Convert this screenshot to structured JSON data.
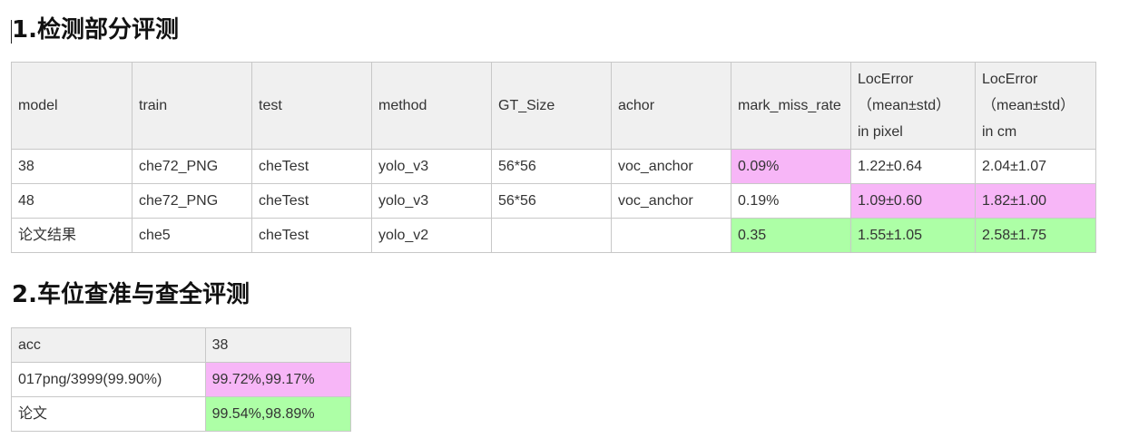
{
  "section1": {
    "title": "1.检测部分评测",
    "headers": [
      "model",
      "train",
      "test",
      "method",
      "GT_Size",
      "achor",
      "mark_miss_rate",
      "LocError\n（mean±std）\nin pixel",
      "LocError\n（mean±std）\nin cm"
    ],
    "rows": [
      [
        "38",
        "che72_PNG",
        "cheTest",
        "yolo_v3",
        "56*56",
        "voc_anchor",
        "0.09%",
        "1.22±0.64",
        "2.04±1.07"
      ],
      [
        "48",
        "che72_PNG",
        "cheTest",
        "yolo_v3",
        "56*56",
        "voc_anchor",
        "0.19%",
        "1.09±0.60",
        "1.82±1.00"
      ],
      [
        "论文结果",
        "che5",
        "cheTest",
        "yolo_v2",
        "",
        "",
        "0.35",
        "1.55±1.05",
        "2.58±1.75"
      ]
    ]
  },
  "section2": {
    "title": "2.车位查准与查全评测",
    "headers": [
      "acc",
      "38"
    ],
    "rows": [
      [
        "017png/3999(99.90%)",
        "99.72%,99.17%"
      ],
      [
        "论文",
        "99.54%,98.89%"
      ]
    ]
  },
  "highlight_colors": {
    "pink": "#f7b6f7",
    "green": "#adffa6",
    "header_bg": "#f0f0f0"
  }
}
